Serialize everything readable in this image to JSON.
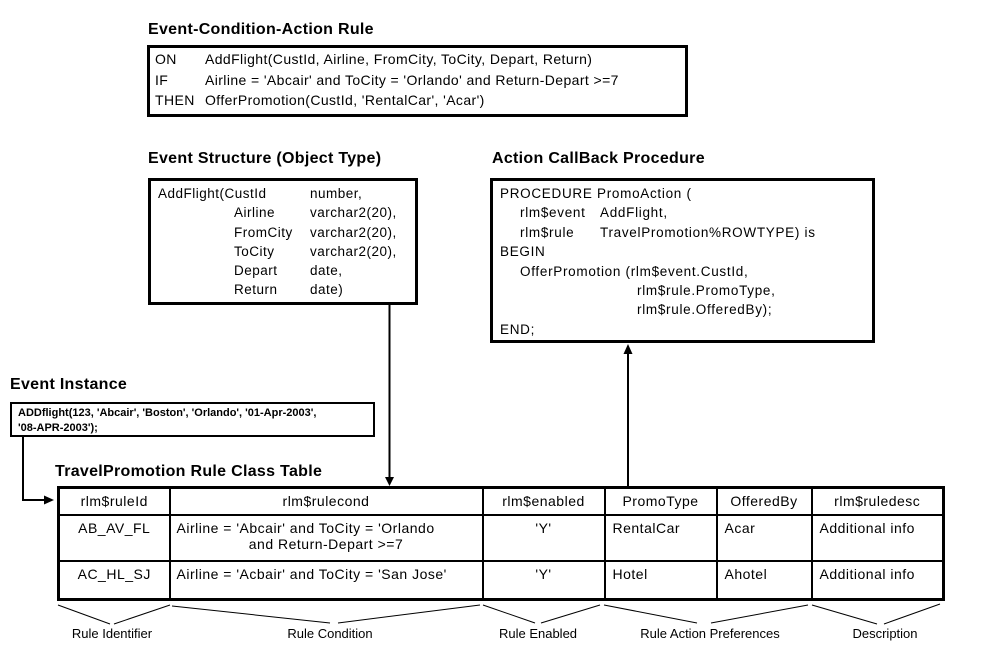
{
  "eca_rule": {
    "title": "Event-Condition-Action Rule",
    "rows": [
      {
        "kw": "ON",
        "text": "AddFlight(CustId, Airline, FromCity, ToCity, Depart, Return)"
      },
      {
        "kw": "IF",
        "text": "Airline = 'Abcair' and ToCity = 'Orlando' and Return-Depart >=7"
      },
      {
        "kw": "THEN",
        "text": "OfferPromotion(CustId, 'RentalCar', 'Acar')"
      }
    ]
  },
  "event_structure": {
    "title": "Event Structure (Object Type)",
    "fields": [
      {
        "name": "AddFlight(CustId",
        "type": "number,"
      },
      {
        "name": "Airline",
        "type": "varchar2(20),"
      },
      {
        "name": "FromCity",
        "type": "varchar2(20),"
      },
      {
        "name": "ToCity",
        "type": "varchar2(20),"
      },
      {
        "name": "Depart",
        "type": "date,"
      },
      {
        "name": "Return",
        "type": "date)"
      }
    ]
  },
  "action_callback": {
    "title": "Action CallBack Procedure",
    "l1": "PROCEDURE PromoAction (",
    "l2a": "rlm$event",
    "l2b": "AddFlight,",
    "l3a": "rlm$rule",
    "l3b": "TravelPromotion%ROWTYPE) is",
    "l4": "BEGIN",
    "l5": "OfferPromotion (rlm$event.CustId,",
    "l6": "rlm$rule.PromoType,",
    "l7": "rlm$rule.OfferedBy);",
    "l8": "END;"
  },
  "event_instance": {
    "title": "Event Instance",
    "line1": "ADDflight(123, 'Abcair', 'Boston', 'Orlando', '01-Apr-2003',",
    "line2": "'08-APR-2003');"
  },
  "rule_table": {
    "title": "TravelPromotion Rule Class Table",
    "headers": [
      "rlm$ruleId",
      "rlm$rulecond",
      "rlm$enabled",
      "PromoType",
      "OfferedBy",
      "rlm$ruledesc"
    ],
    "rows": [
      {
        "id": "AB_AV_FL",
        "cond_line1": "Airline = 'Abcair' and ToCity = 'Orlando",
        "cond_line2": "and Return-Depart >=7",
        "enabled": "'Y'",
        "promo_type": "RentalCar",
        "offered_by": "Acar",
        "desc": "Additional info"
      },
      {
        "id": "AC_HL_SJ",
        "cond_line1": "Airline = 'Acbair' and ToCity = 'San Jose'",
        "cond_line2": "",
        "enabled": "'Y'",
        "promo_type": "Hotel",
        "offered_by": "Ahotel",
        "desc": "Additional info"
      }
    ]
  },
  "column_labels": [
    "Rule Identifier",
    "Rule Condition",
    "Rule Enabled",
    "Rule Action Preferences",
    "Description"
  ],
  "colors": {
    "ink": "#000000",
    "background": "#ffffff"
  }
}
